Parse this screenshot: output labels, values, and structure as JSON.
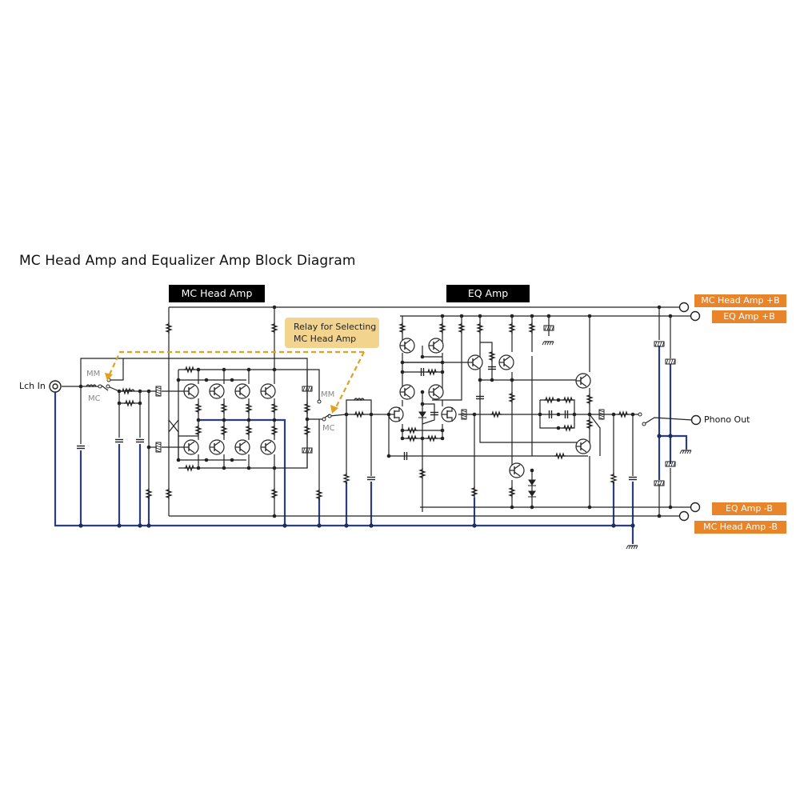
{
  "title": "MC Head Amp and Equalizer Amp Block Diagram",
  "blocks": {
    "mc_head_amp": "MC Head Amp",
    "eq_amp": "EQ Amp"
  },
  "callout": {
    "line1": "Relay for Selecting",
    "line2": "MC Head Amp"
  },
  "terminals": {
    "input": "Lch In",
    "output": "Phono Out"
  },
  "switch_labels": {
    "input_mm": "MM",
    "input_mc": "MC",
    "output_mm": "MM",
    "output_mc": "MC"
  },
  "power_rails": [
    {
      "label": "MC Head Amp +B"
    },
    {
      "label": "EQ Amp +B"
    },
    {
      "label": "EQ Amp -B"
    },
    {
      "label": "MC Head Amp -B"
    }
  ],
  "colors": {
    "wire": "#222222",
    "ground_wire": "#2b3f7f",
    "rail_label": "#e8852a",
    "relay_dash": "#e0a020",
    "callout_bg": "#f3d48e"
  }
}
